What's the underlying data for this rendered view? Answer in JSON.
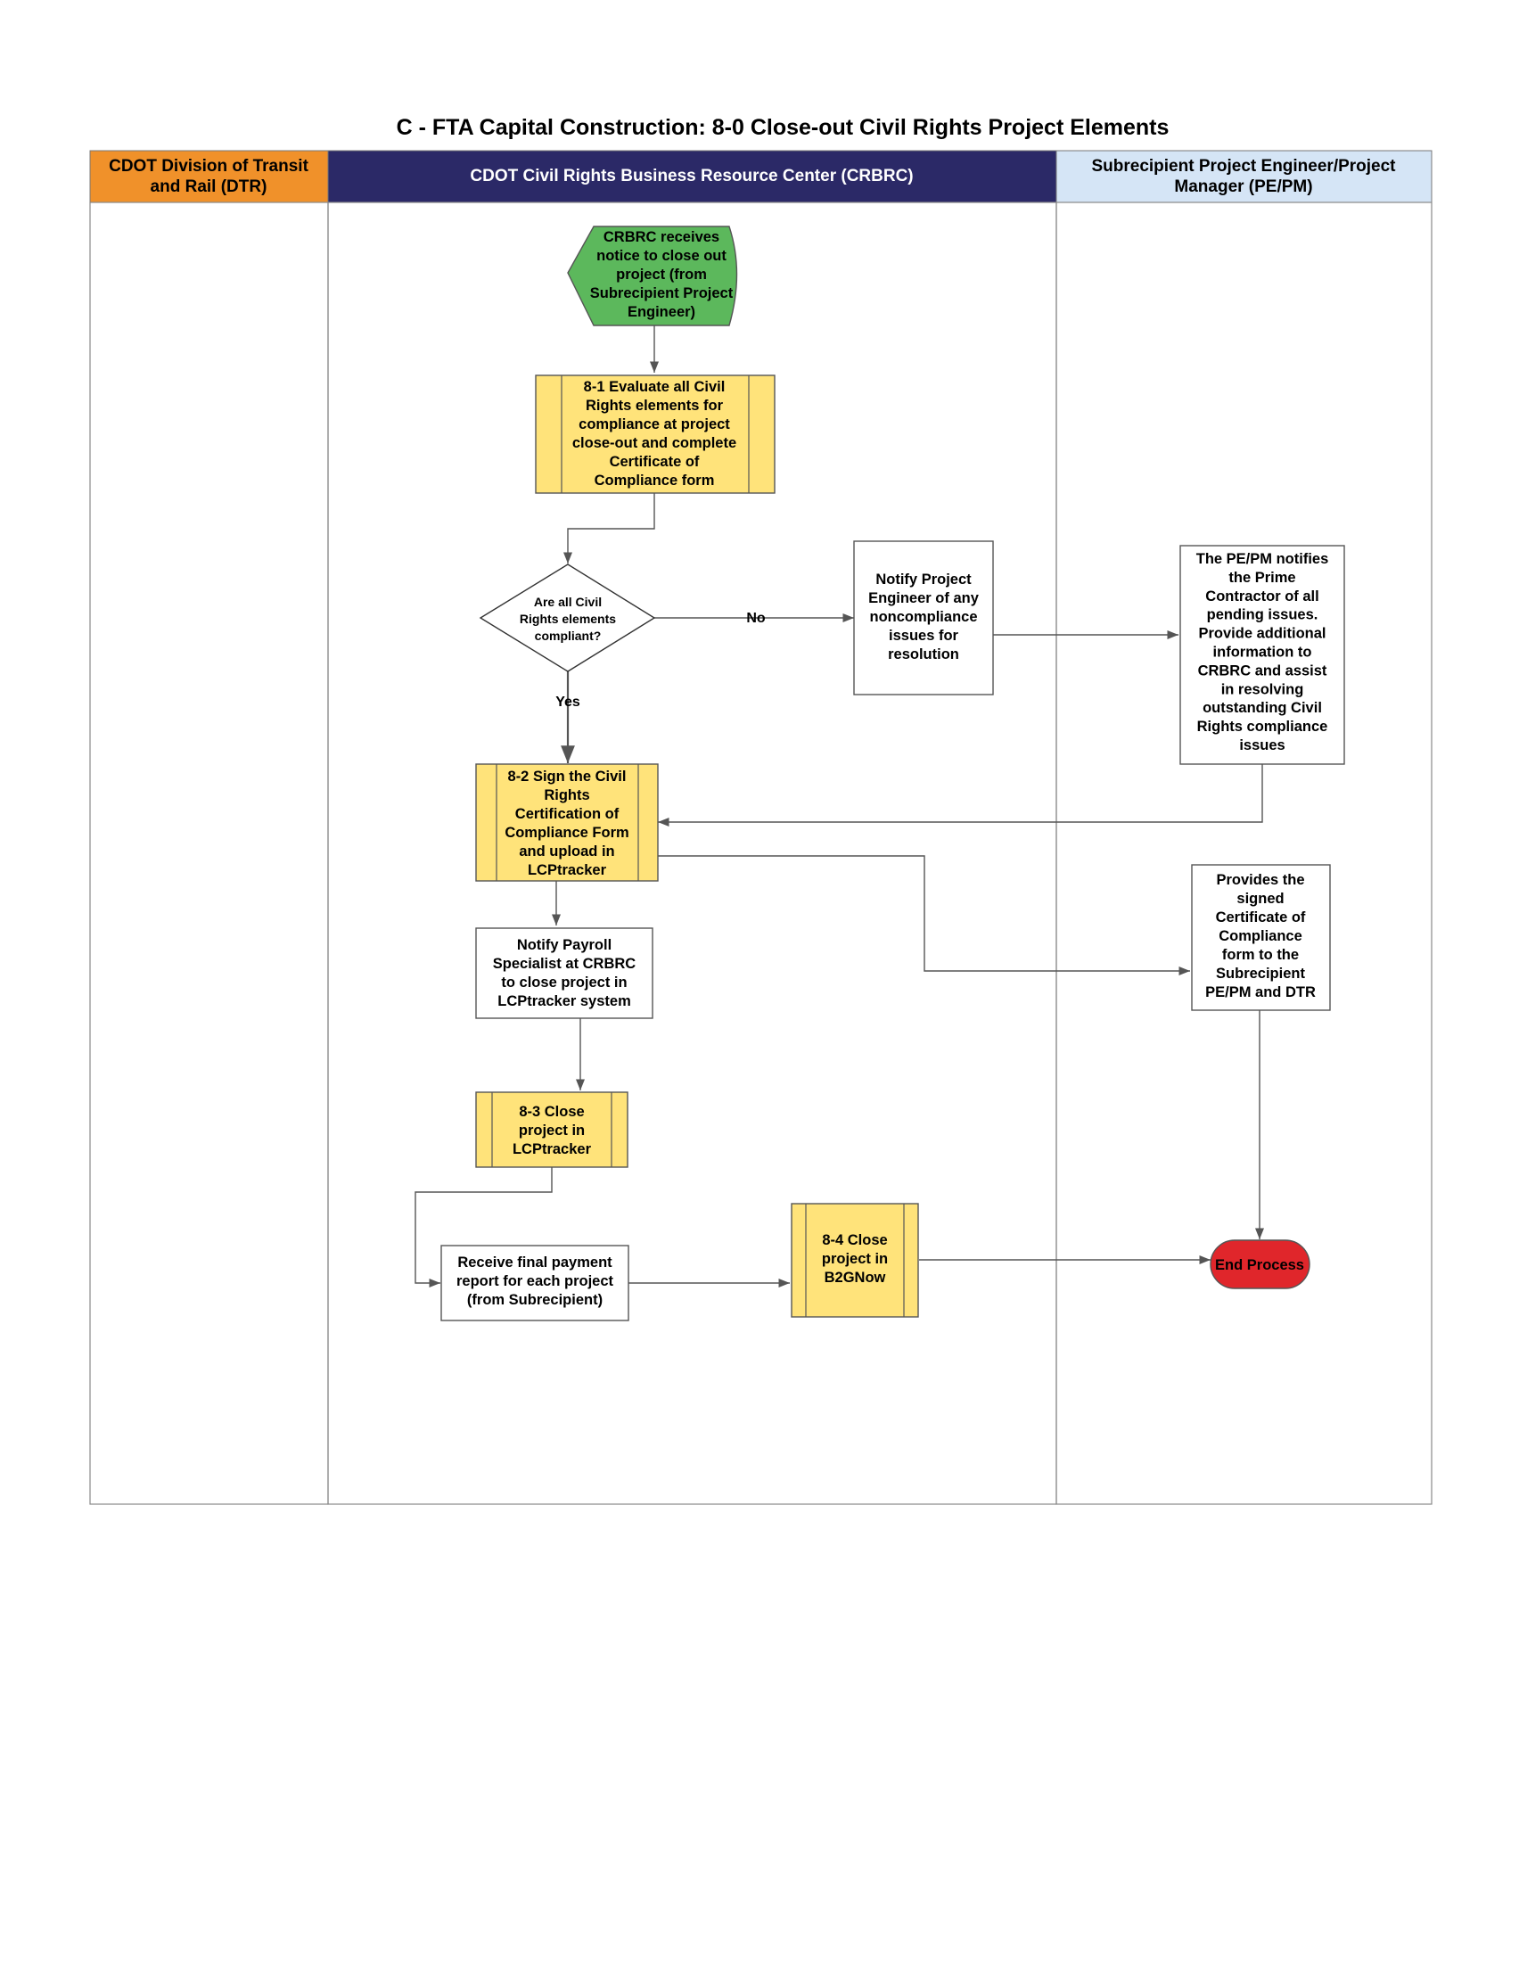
{
  "title": "C - FTA Capital Construction: 8-0 Close-out Civil Rights Project Elements",
  "lanes": [
    {
      "line1": "CDOT Division of Transit",
      "line2": "and Rail (DTR)",
      "color": "#f0912a",
      "text_color": "#000000"
    },
    {
      "line1": "CDOT Civil Rights Business Resource Center (CRBRC)",
      "line2": "",
      "color": "#2b2967",
      "text_color": "#ffffff"
    },
    {
      "line1": "Subrecipient Project Engineer/Project",
      "line2": "Manager (PE/PM)",
      "color": "#d5e5f6",
      "text_color": "#000000"
    }
  ],
  "nodes": {
    "start": {
      "lines": [
        "CRBRC receives",
        "notice to close out",
        "project (from",
        "Subrecipient Project",
        "Engineer)"
      ],
      "color": "#5cb85c"
    },
    "step_8_1": {
      "lines": [
        "8-1  Evaluate all Civil",
        "Rights elements for",
        "compliance at project",
        "close-out and complete",
        "Certificate of",
        "Compliance form"
      ],
      "color": "#ffe37a"
    },
    "decision": {
      "lines": [
        "Are all Civil",
        "Rights elements",
        "compliant?"
      ]
    },
    "notify_pe": {
      "lines": [
        "Notify Project",
        "Engineer of any",
        "noncompliance",
        "issues for",
        "resolution"
      ]
    },
    "pepm_notifies": {
      "lines": [
        "The PE/PM notifies",
        "the Prime",
        "Contractor of all",
        "pending issues.",
        "Provide additional",
        "information to",
        "CRBRC and assist",
        "in resolving",
        "outstanding Civil",
        "Rights compliance",
        "issues"
      ]
    },
    "step_8_2": {
      "lines": [
        "8-2  Sign the Civil",
        "Rights",
        "Certification of",
        "Compliance Form",
        "and upload in",
        "LCPtracker"
      ],
      "color": "#ffe37a"
    },
    "provides_cert": {
      "lines": [
        "Provides the",
        "signed",
        "Certificate of",
        "Compliance",
        "form to the",
        "Subrecipient",
        "PE/PM  and DTR"
      ]
    },
    "notify_payroll": {
      "lines": [
        "Notify Payroll",
        "Specialist at CRBRC",
        "to close project in",
        "LCPtracker system"
      ]
    },
    "step_8_3": {
      "lines": [
        "8-3 Close",
        "project in",
        "LCPtracker"
      ],
      "color": "#ffe37a"
    },
    "receive_payment": {
      "lines": [
        "Receive final payment",
        "report for each project",
        "(from Subrecipient)"
      ]
    },
    "step_8_4": {
      "lines": [
        "8-4 Close",
        "project in",
        "B2GNow"
      ],
      "color": "#ffe37a"
    },
    "end": {
      "lines": [
        "End Process"
      ],
      "color": "#e0262b"
    }
  },
  "edge_labels": {
    "no": "No",
    "yes": "Yes"
  }
}
